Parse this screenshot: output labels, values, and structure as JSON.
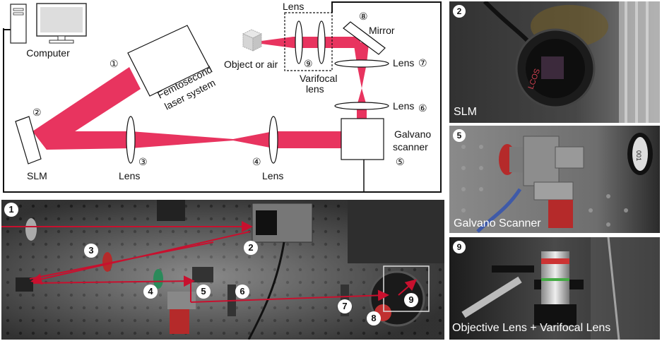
{
  "diagram": {
    "computer": "Computer",
    "laser": [
      "Femtosecond",
      "laser system"
    ],
    "slm": "SLM",
    "lens": "Lens",
    "mirror": "Mirror",
    "object": "Object or air",
    "varifocal": [
      "Varifocal",
      "lens"
    ],
    "galvano": [
      "Galvano",
      "scanner"
    ],
    "nums": [
      "①",
      "②",
      "③",
      "④",
      "⑤",
      "⑥",
      "⑦",
      "⑧",
      "⑨"
    ]
  },
  "photos": {
    "setup": {
      "badges": [
        "1",
        "2",
        "3",
        "4",
        "5",
        "6",
        "7",
        "8",
        "9"
      ]
    },
    "slm": {
      "badge": "2",
      "caption": "SLM",
      "device_text": "LCOS"
    },
    "galvano": {
      "badge": "5",
      "caption": "Galvano Scanner",
      "device_text": "001"
    },
    "objective": {
      "badge": "9",
      "caption": "Objective Lens + Varifocal Lens"
    }
  },
  "colors": {
    "beam": "#e8345f",
    "arrow": "#c8102e",
    "frame": "#111111"
  }
}
